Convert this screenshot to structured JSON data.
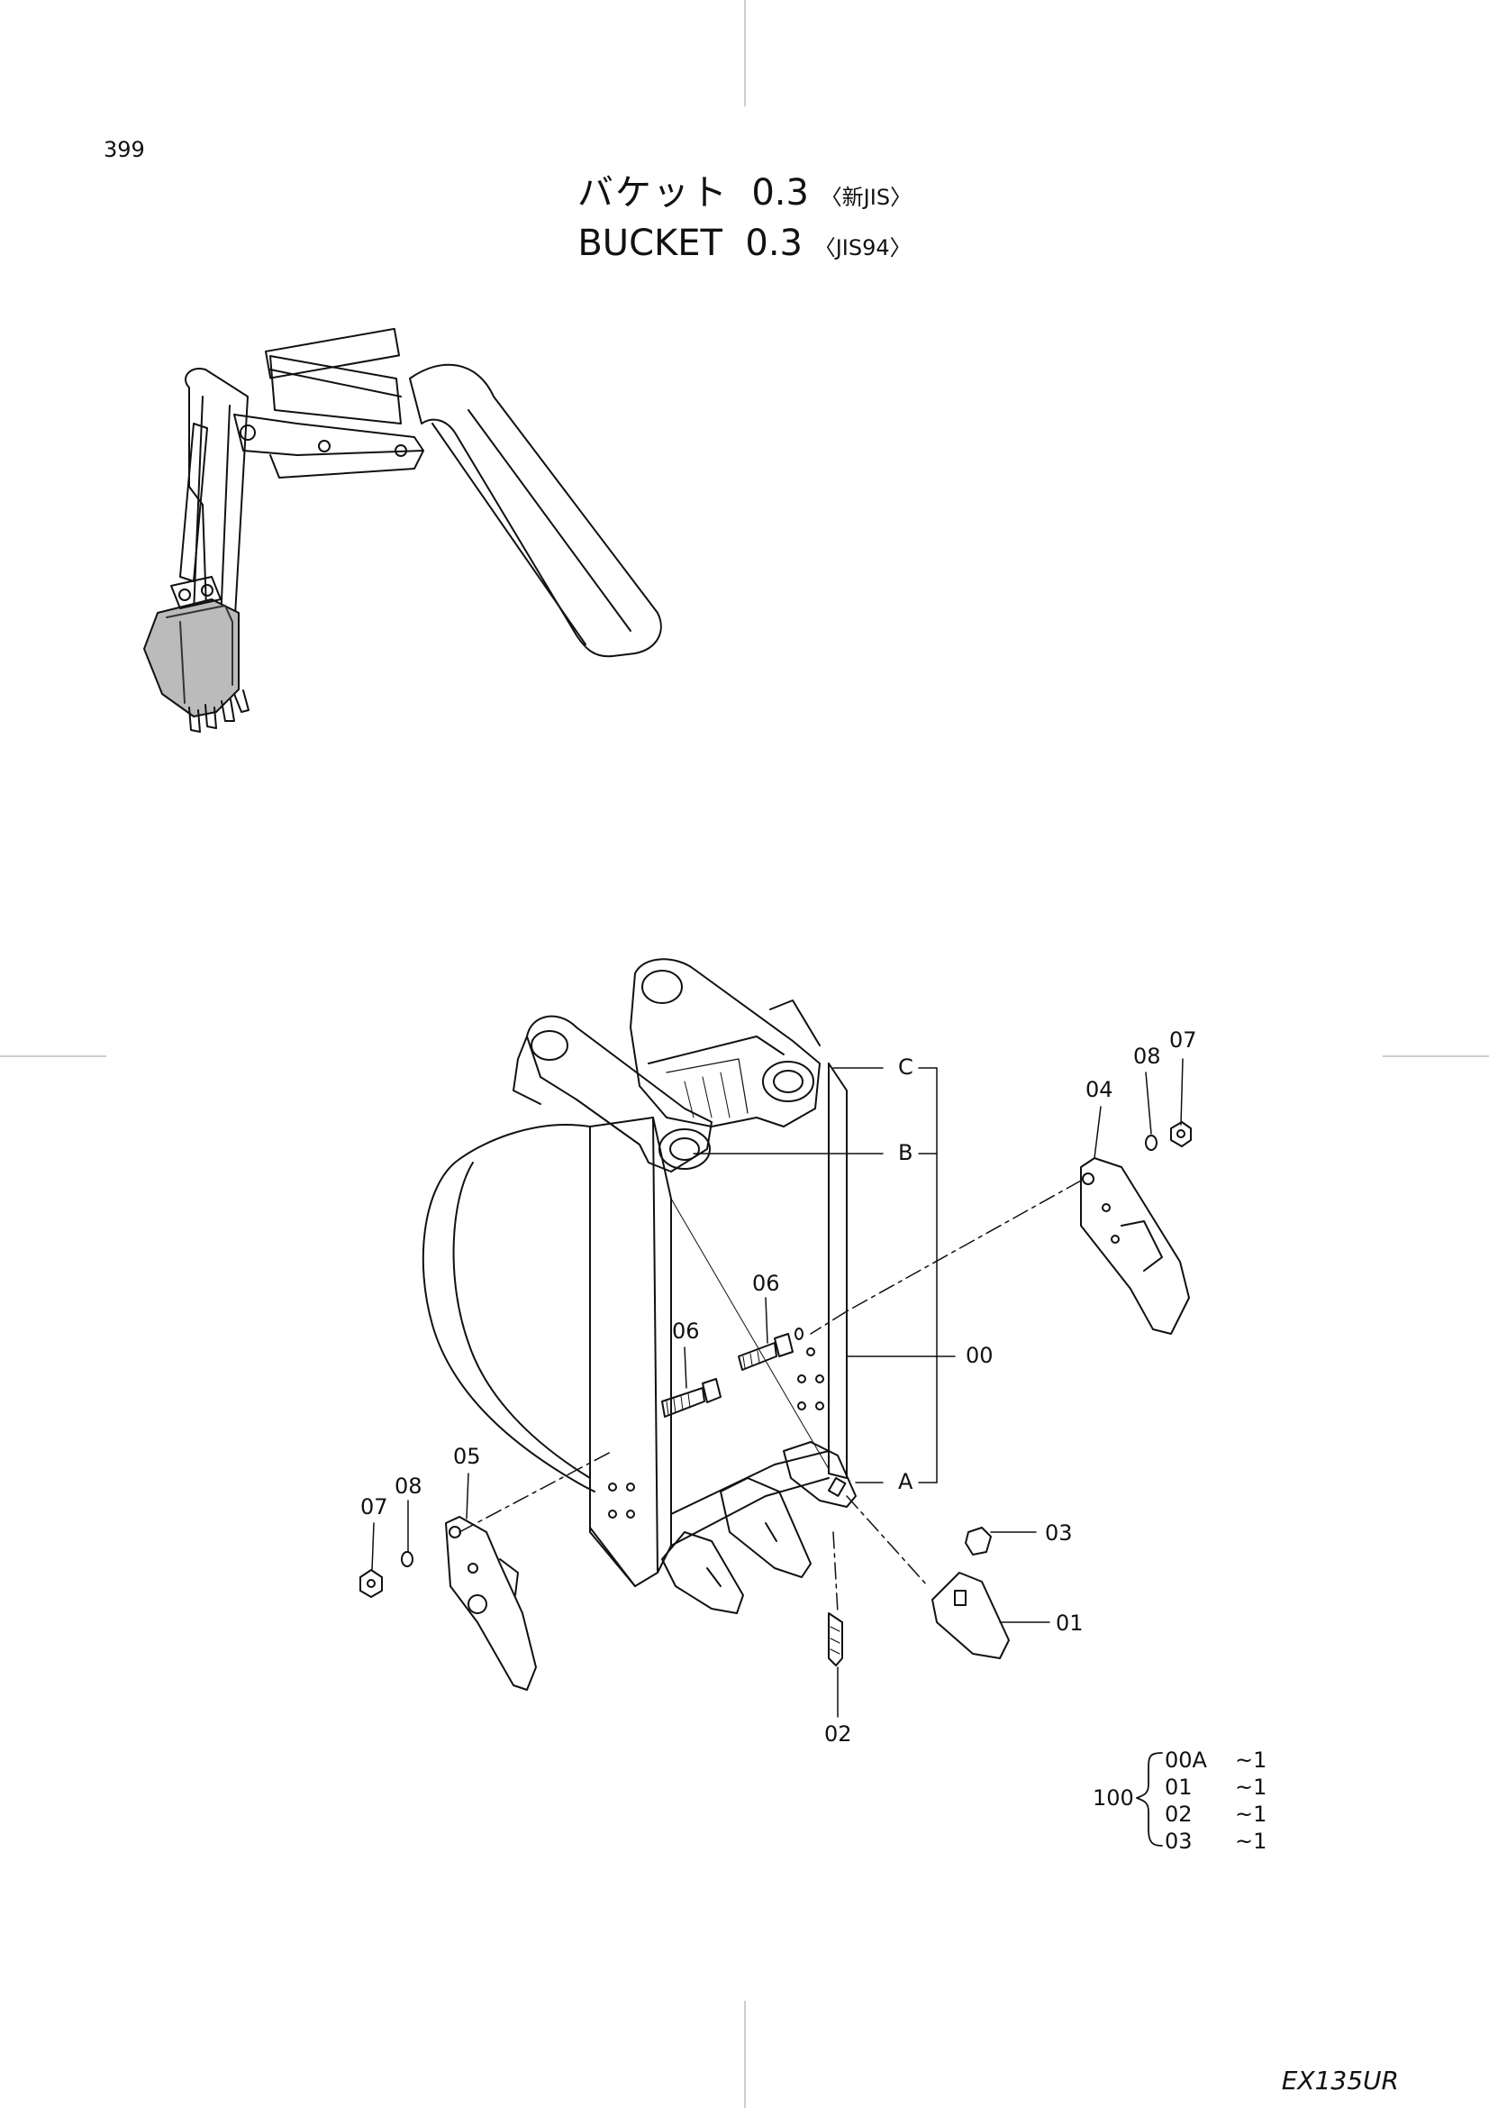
{
  "page_number": "399",
  "title": {
    "jp_main": "バケット",
    "jp_size": "0.3",
    "jp_spec": "〈新JIS〉",
    "en_main": "BUCKET",
    "en_size": "0.3",
    "en_spec": "〈JIS94〉"
  },
  "callouts": {
    "c": "C",
    "b": "B",
    "a": "A",
    "p00": "00",
    "p01": "01",
    "p02": "02",
    "p03": "03",
    "p04": "04",
    "p05": "05",
    "p06a": "06",
    "p06b": "06",
    "p07a": "07",
    "p07b": "07",
    "p08a": "08",
    "p08b": "08"
  },
  "kit": {
    "number": "100",
    "items": [
      {
        "part": "00A",
        "qty": "~1"
      },
      {
        "part": "01",
        "qty": "~1"
      },
      {
        "part": "02",
        "qty": "~1"
      },
      {
        "part": "03",
        "qty": "~1"
      }
    ]
  },
  "model": "EX135UR"
}
